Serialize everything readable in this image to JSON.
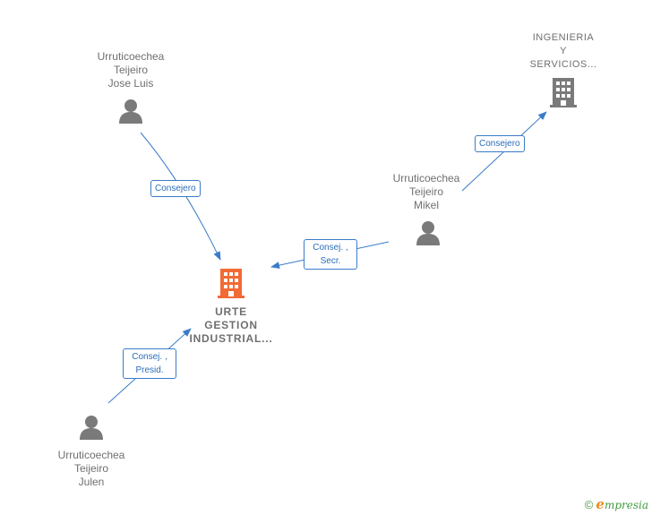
{
  "diagram": {
    "nodes": {
      "jose_luis": {
        "lines": [
          "Urruticoechea",
          "Teijeiro",
          "Jose Luis"
        ]
      },
      "ingenieria": {
        "lines": [
          "INGENIERIA",
          "Y",
          "SERVICIOS..."
        ]
      },
      "mikel": {
        "lines": [
          "Urruticoechea",
          "Teijeiro",
          "Mikel"
        ]
      },
      "urte": {
        "lines": [
          "URTE",
          "GESTION",
          "INDUSTRIAL..."
        ]
      },
      "julen": {
        "lines": [
          "Urruticoechea",
          "Teijeiro",
          "Julen"
        ]
      }
    },
    "edges": {
      "jose_luis_urte": {
        "lines": [
          "Consejero"
        ]
      },
      "mikel_ingenieria": {
        "lines": [
          "Consejero"
        ]
      },
      "mikel_urte": {
        "lines": [
          "Consej. ,",
          "Secr."
        ]
      },
      "julen_urte": {
        "lines": [
          "Consej. ,",
          "Presid."
        ]
      }
    },
    "colors": {
      "person_icon": "#7a7a7a",
      "company_icon": "#7a7a7a",
      "main_company_icon": "#f26a35",
      "edge": "#3a7cc8"
    }
  },
  "brand": {
    "copyright": "©",
    "e": "e",
    "rest": "mpresia"
  }
}
